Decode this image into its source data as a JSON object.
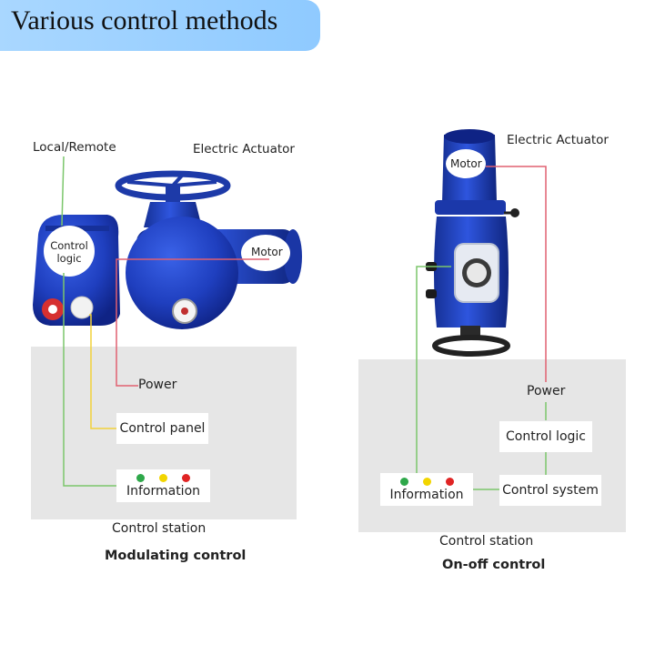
{
  "title": "Various control methods",
  "colors": {
    "title_bg": "#9fd2ff",
    "station_bg": "#e6e6e6",
    "actuator_blue": "#1f3fbf",
    "line_red": "#e06070",
    "line_yellow": "#f2d23a",
    "line_green": "#7bc66b",
    "dot_green": "#2ea84a",
    "dot_yellow": "#f2d500",
    "dot_red": "#e02424"
  },
  "left": {
    "local_remote": "Local/Remote",
    "electric_actuator": "Electric Actuator",
    "control_logic": "Control logic",
    "motor": "Motor",
    "power": "Power",
    "control_panel": "Control panel",
    "information": "Information",
    "station_label": "Control station",
    "caption": "Modulating control"
  },
  "right": {
    "electric_actuator": "Electric Actuator",
    "motor": "Motor",
    "power": "Power",
    "control_logic": "Control logic",
    "control_system": "Control system",
    "information": "Information",
    "station_label": "Control station",
    "caption": "On-off control"
  }
}
